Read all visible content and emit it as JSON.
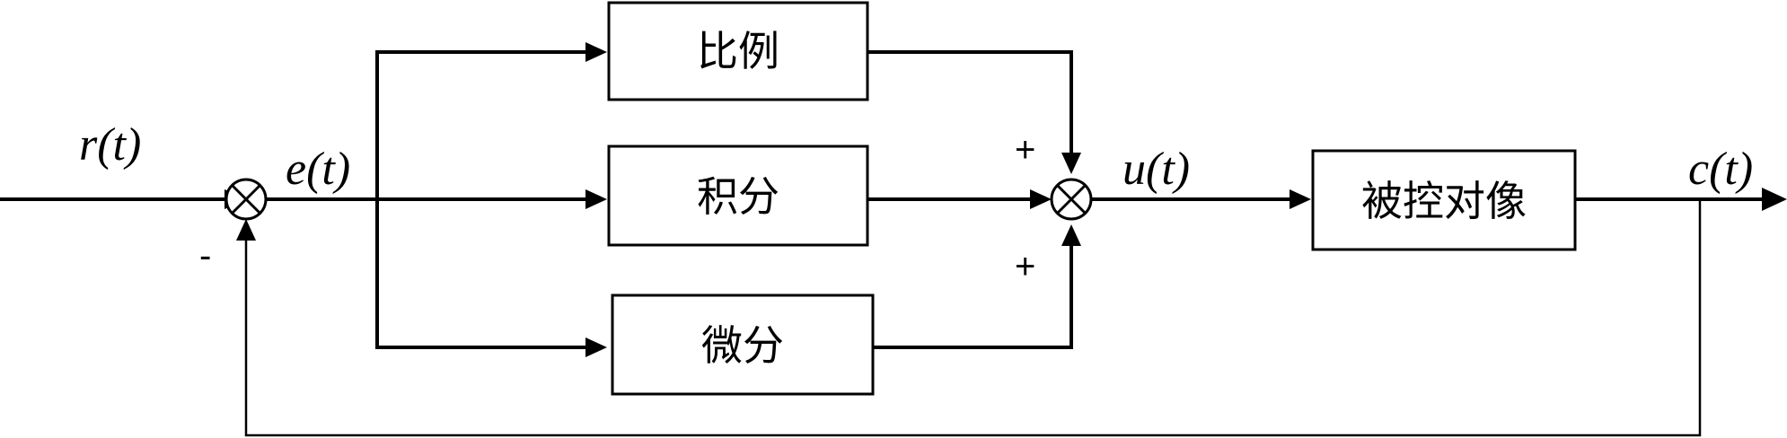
{
  "blocks": {
    "proportional": "比例",
    "integral": "积分",
    "derivative": "微分",
    "plant": "被控对像"
  },
  "signals": {
    "r": "r(t)",
    "e": "e(t)",
    "u": "u(t)",
    "c": "c(t)"
  },
  "signs": {
    "feedback": "-",
    "plus_top": "+",
    "plus_bottom": "+"
  }
}
